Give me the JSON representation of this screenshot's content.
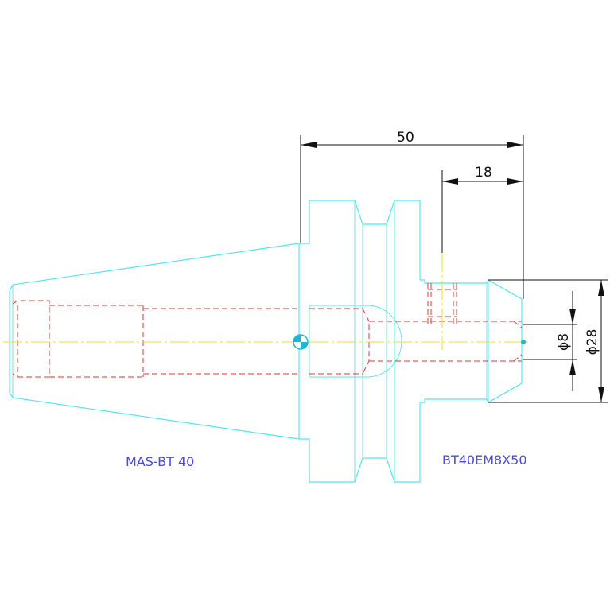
{
  "dimensions": {
    "overall_length": "50",
    "bore_depth": "18",
    "bore_diameter": "ϕ8",
    "outer_diameter": "ϕ28"
  },
  "labels": {
    "shank": "MAS-BT 40",
    "holder": "BT40EM8X50"
  },
  "colors": {
    "outline": "#4fe8f0",
    "hidden_lines": "#ee3030",
    "centerline": "#e8e030",
    "dimensions": "#111111",
    "labels": "#4a4ae0",
    "origin_marker": "#1fb6d6"
  }
}
